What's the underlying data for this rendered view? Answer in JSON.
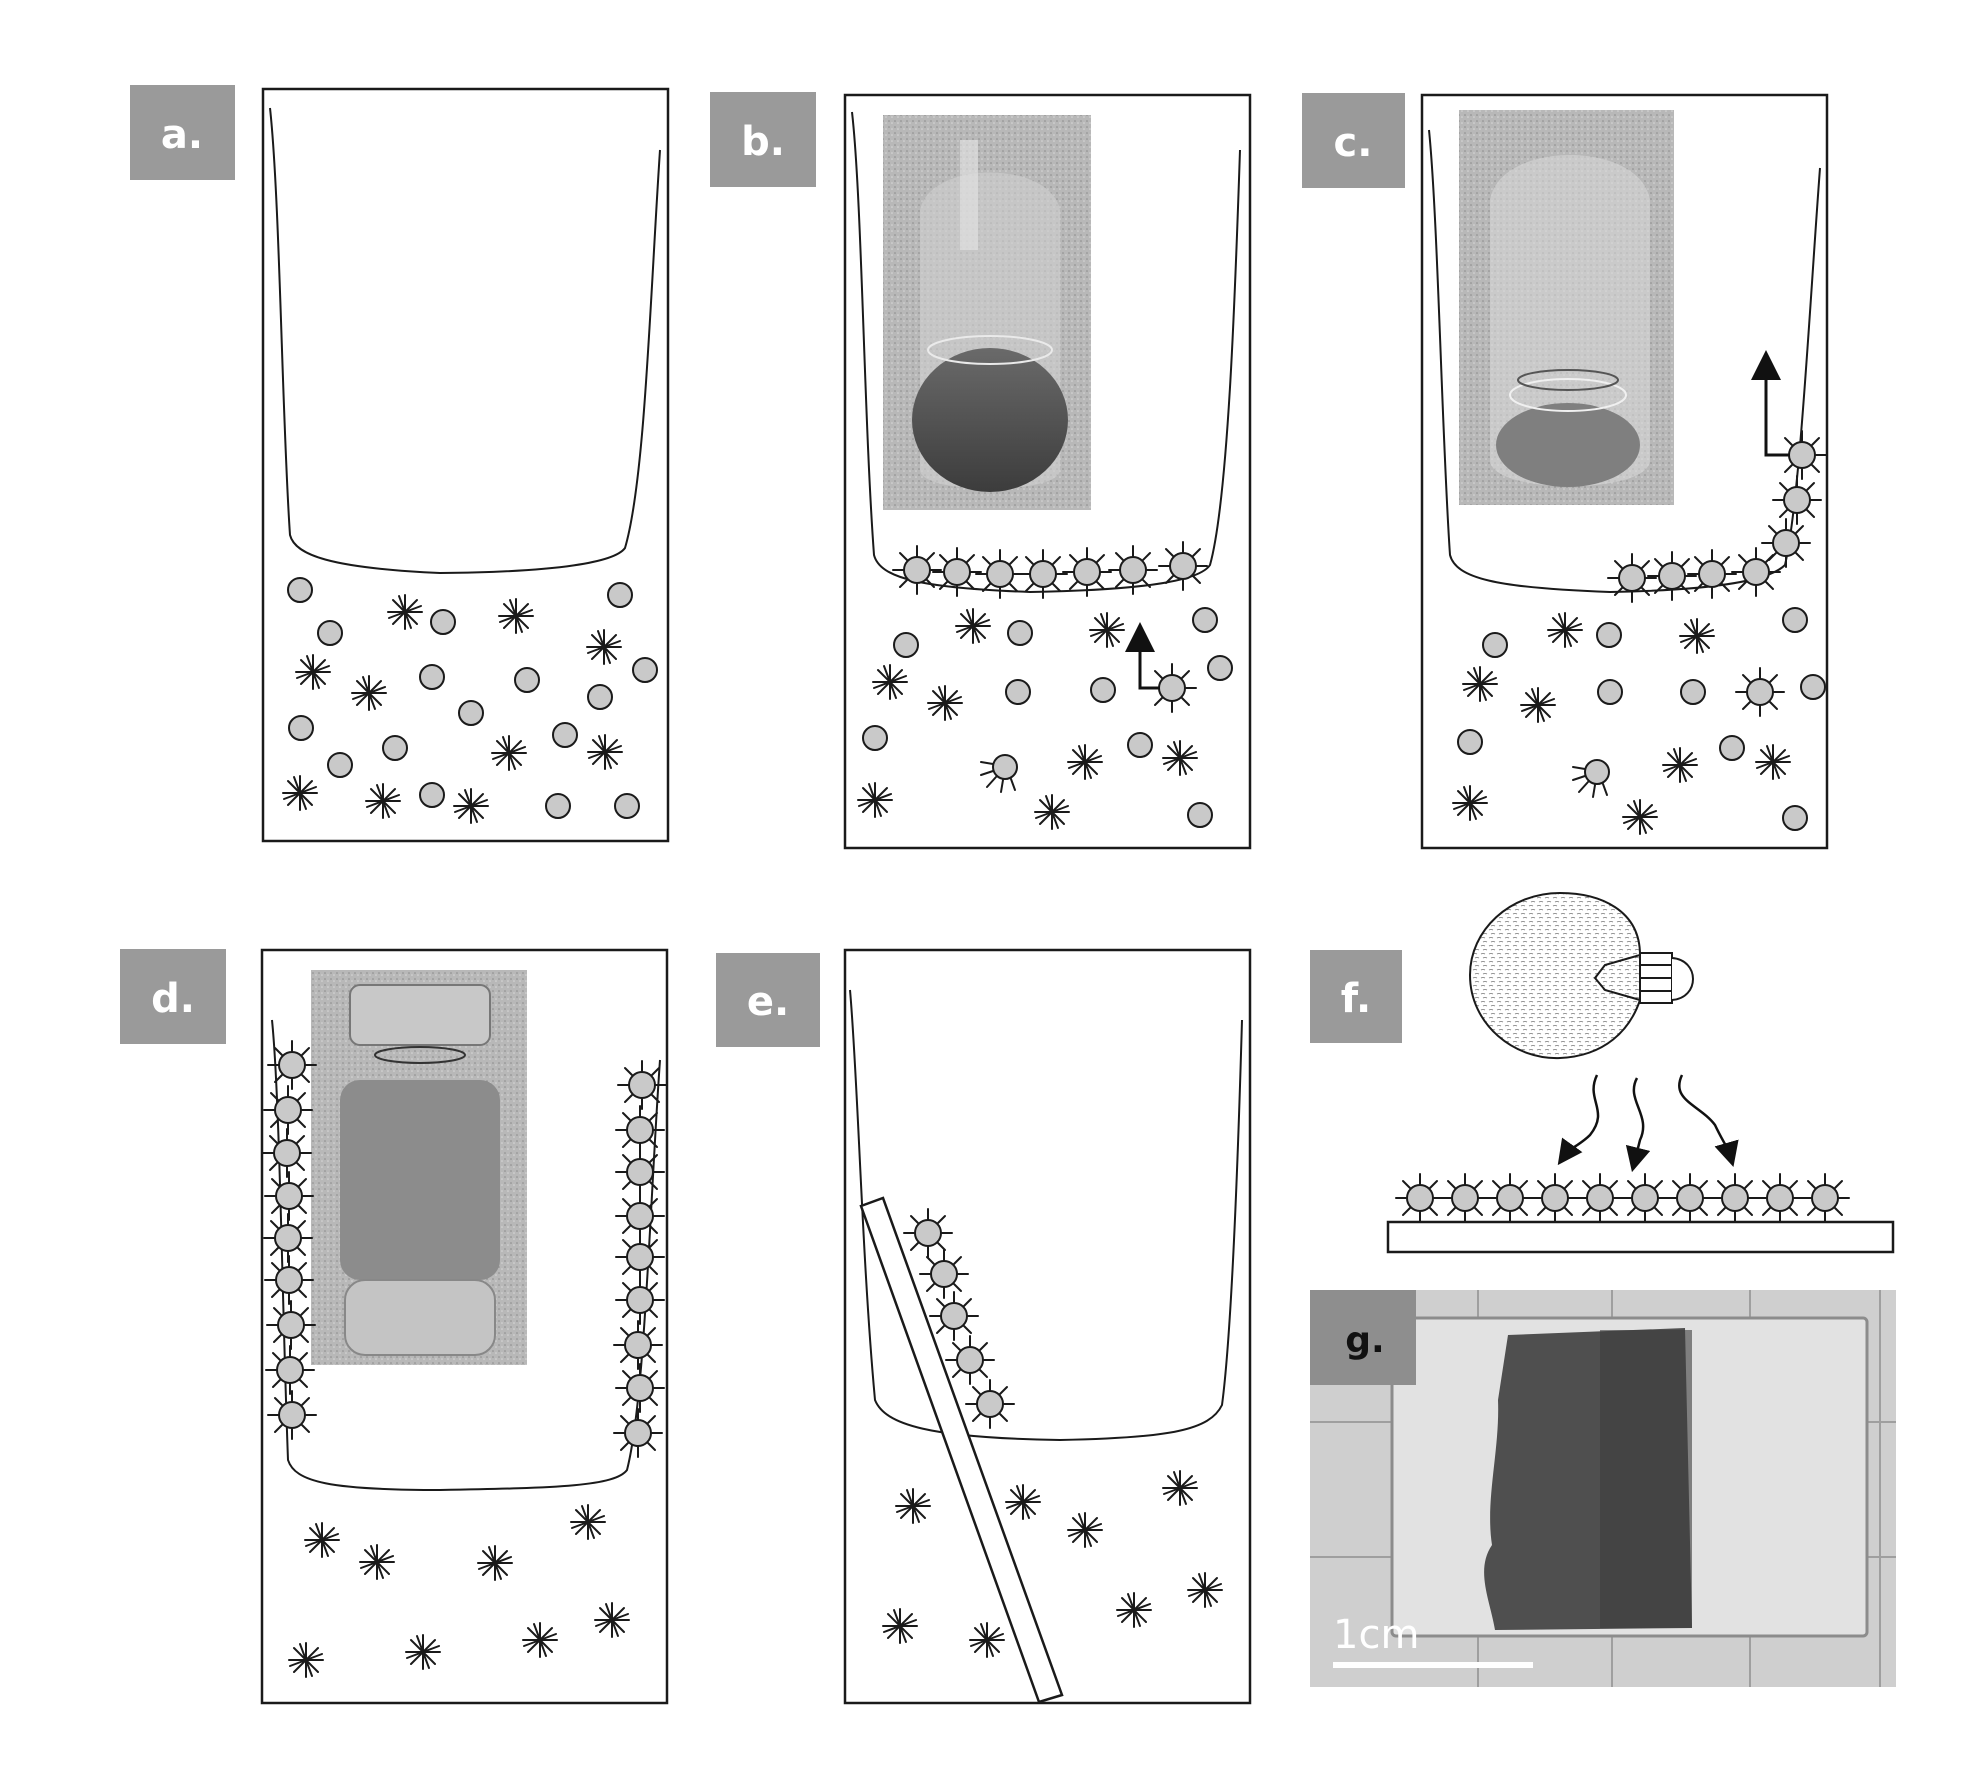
{
  "figure": {
    "panels": [
      {
        "id": "a",
        "label": "a."
      },
      {
        "id": "b",
        "label": "b."
      },
      {
        "id": "c",
        "label": "c."
      },
      {
        "id": "d",
        "label": "d."
      },
      {
        "id": "e",
        "label": "e."
      },
      {
        "id": "f",
        "label": "f."
      },
      {
        "id": "g",
        "label": "g."
      }
    ],
    "scale_bar": {
      "label": "1cm"
    }
  },
  "colors": {
    "particle_fill": "#c9c9c9",
    "outline": "#1a1a1a",
    "label_box": "#9a9a9a",
    "photo_bg": "#b5b5b5"
  },
  "icons": [
    "nanoparticle-icon",
    "surfactant-star-icon",
    "functionalized-particle-icon",
    "up-arrow-icon",
    "light-bulb-icon",
    "wavy-arrow-icon"
  ]
}
